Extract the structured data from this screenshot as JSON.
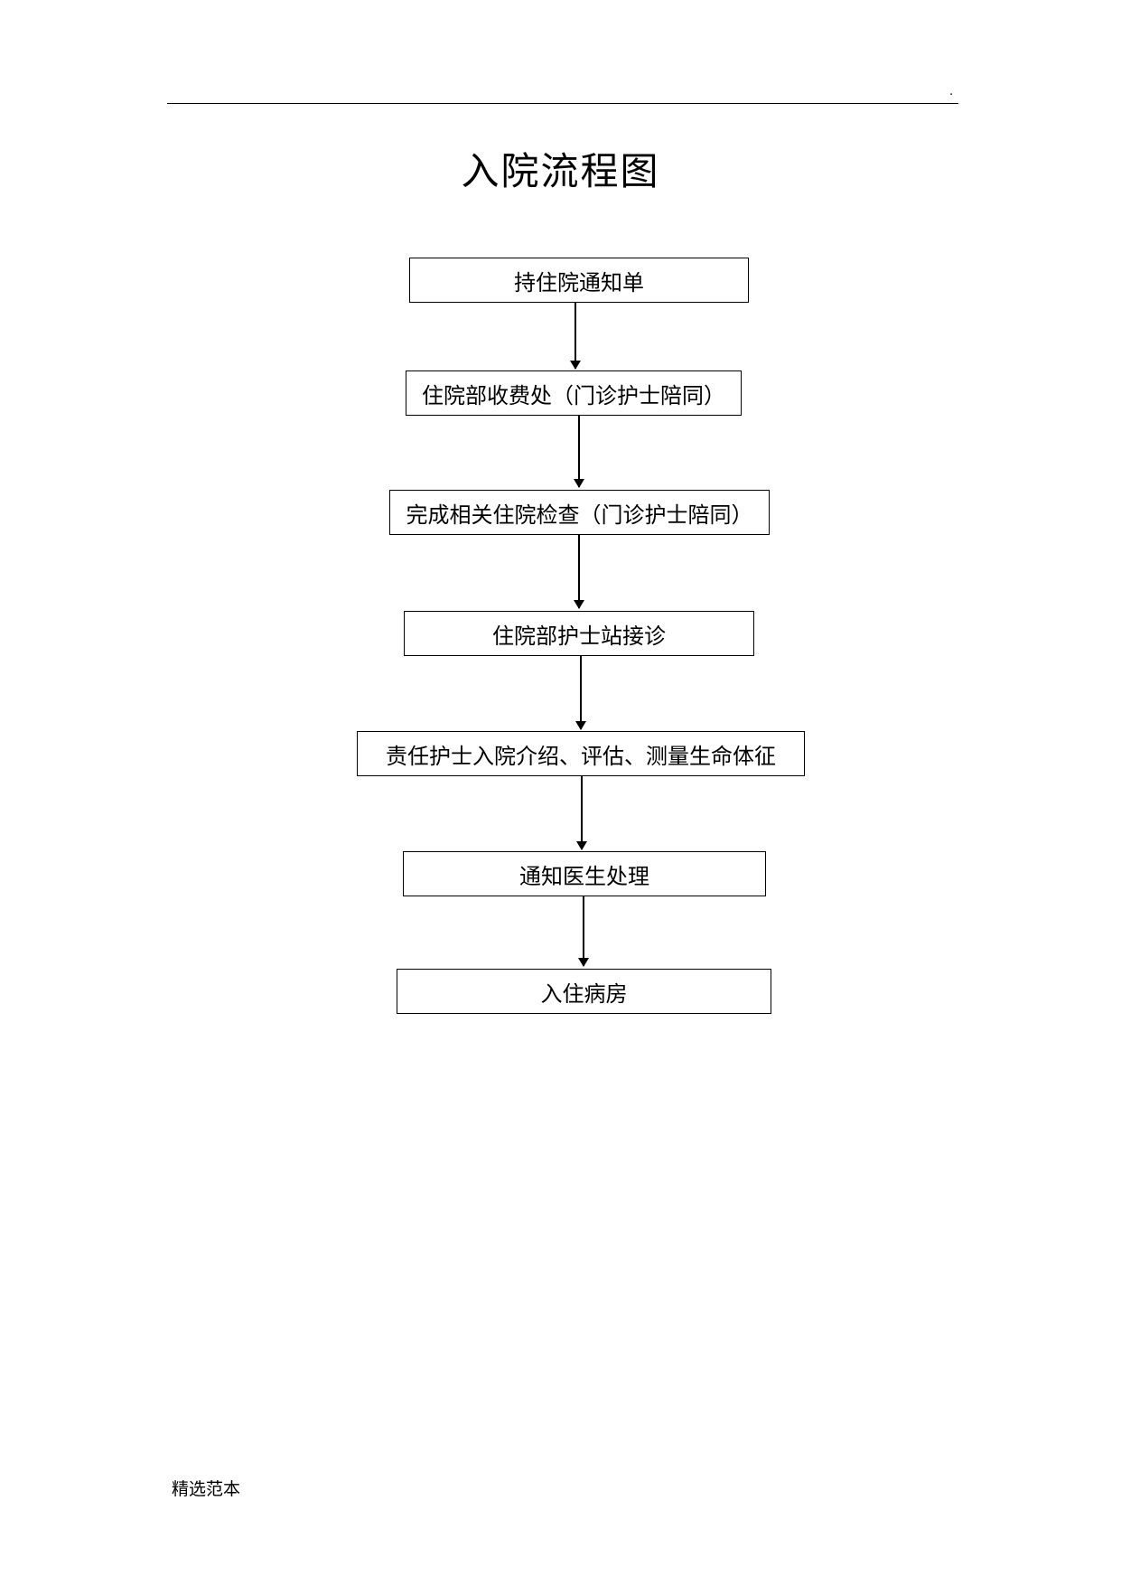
{
  "header": {
    "mark": "."
  },
  "title": "入院流程图",
  "steps": [
    {
      "label": "持住院通知单"
    },
    {
      "label": "住院部收费处（门诊护士陪同）"
    },
    {
      "label": "完成相关住院检查（门诊护士陪同）"
    },
    {
      "label": "住院部护士站接诊"
    },
    {
      "label": "责任护士入院介绍、评估、测量生命体征"
    },
    {
      "label": "通知医生处理"
    },
    {
      "label": "入住病房"
    }
  ],
  "footer": {
    "text": "精选范本"
  }
}
